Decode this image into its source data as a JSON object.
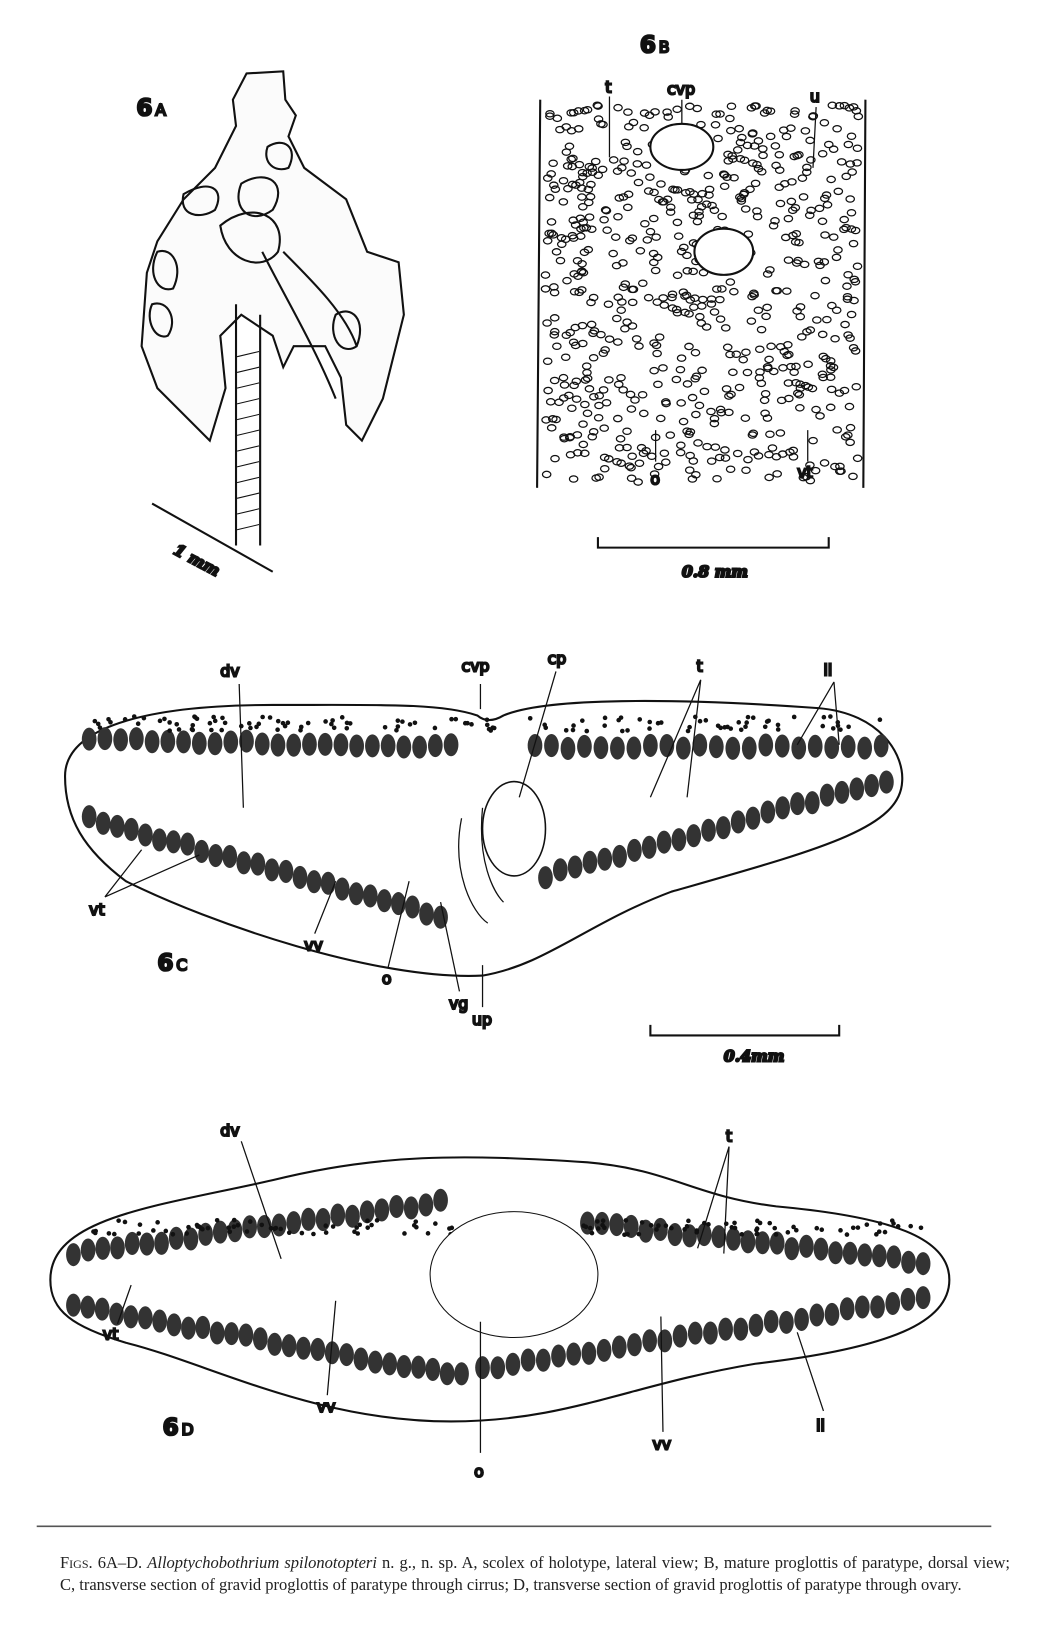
{
  "figures": {
    "a": {
      "number": "6",
      "letter": "A",
      "scale": "1 mm"
    },
    "b": {
      "number": "6",
      "letter": "B",
      "scale": "0.8 mm",
      "labels": {
        "t": "t",
        "cvp": "cvp",
        "u": "u",
        "o": "o",
        "vt": "vt"
      }
    },
    "c": {
      "number": "6",
      "letter": "C",
      "scale": "0.4mm",
      "labels": {
        "dv": "dv",
        "cvp": "cvp",
        "cp": "cp",
        "t": "t",
        "il": "il",
        "vt": "vt",
        "vv": "vv",
        "o": "o",
        "vg": "vg",
        "up": "up"
      }
    },
    "d": {
      "number": "6",
      "letter": "D",
      "labels": {
        "dv": "dv",
        "t": "t",
        "vt": "vt",
        "vv1": "vv",
        "o": "o",
        "vv2": "vv",
        "il": "il"
      }
    }
  },
  "caption": {
    "prefix": "Figs. 6A–D.",
    "species": "Alloptychobothrium spilonotopteri",
    "text": "n. g., n. sp. A, scolex of holotype, lateral view; B, mature proglottis of paratype, dorsal view; C, transverse section of gravid proglottis of paratype through cirrus; D, transverse section of gravid proglottis of paratype through ovary."
  }
}
